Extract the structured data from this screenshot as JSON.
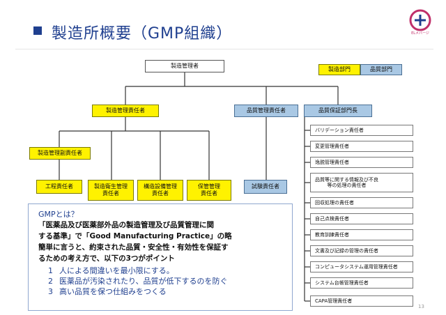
{
  "title": "製造所概要（GMP組織）",
  "logo": {
    "icon": "eisai-logo-icon",
    "text": "ELメバージ"
  },
  "legend": {
    "manufacturing": "製造部門",
    "quality": "品質部門"
  },
  "org": {
    "manager": "製造管理者",
    "production_head": "製造管理責任者",
    "production_deputy": "製造管理副責任者",
    "production_units": [
      "工程責任者",
      "製造衛生管理\n責任者",
      "構造設備管理\n責任者",
      "保管管理\n責任者"
    ],
    "qc_head": "品質管理責任者",
    "qc_unit": "試験責任者",
    "qa_head": "品質保証部門長",
    "qa_units": [
      "バリデーション責任者",
      "変更管理責任者",
      "逸脱管理責任者",
      "品質等に関する情報及び不良\n等の処理の責任者",
      "回収処理の責任者",
      "自己点検責任者",
      "教育訓練責任者",
      "文書及び記録の管理の責任者",
      "コンピュータシステム運用管理責任者",
      "システム台帳管理責任者",
      "CAPA管理責任者"
    ]
  },
  "gmp": {
    "heading": "GMPとは？",
    "lines": [
      "「医薬品及び医薬部外品の製造管理及び品質管理に関",
      "する基準」で「Good Manufacturing Practice」の略",
      "簡単に言うと、約束された品質・安全性・有効性を保証す",
      "るための考え方で、以下の3つがポイント"
    ],
    "points": [
      {
        "num": "1",
        "text": "人による間違いを最小限にする。"
      },
      {
        "num": "2",
        "text": "医薬品が汚染されたり、品質が低下するのを防ぐ"
      },
      {
        "num": "3",
        "text": "高い品質を保つ仕組みをつくる"
      }
    ]
  },
  "page_number": "13",
  "colors": {
    "title": "#1f3f8f",
    "yellow": "#fff200",
    "blue": "#a9c8e4"
  }
}
